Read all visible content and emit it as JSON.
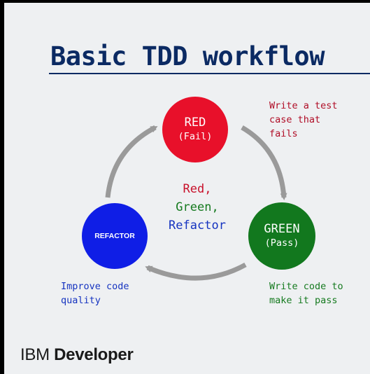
{
  "slide": {
    "title": "Basic TDD workflow"
  },
  "nodes": {
    "red": {
      "main": "RED",
      "sub": "(Fail)"
    },
    "green": {
      "main": "GREEN",
      "sub": "(Pass)"
    },
    "refactor": {
      "main": "REFACTOR"
    }
  },
  "center": {
    "line1": "Red,",
    "line2": "Green,",
    "line3": "Refactor"
  },
  "notes": {
    "red": "Write a test\ncase that\nfails",
    "green": "Write code to\nmake it pass",
    "refactor": "Improve code\nquality"
  },
  "brand": {
    "part1": "IBM ",
    "part2": "Developer"
  },
  "colors": {
    "red": "#e8102a",
    "green": "#12781e",
    "blue": "#0f1ee6",
    "arrow": "#9a9a9a",
    "title": "#0b2a63"
  }
}
